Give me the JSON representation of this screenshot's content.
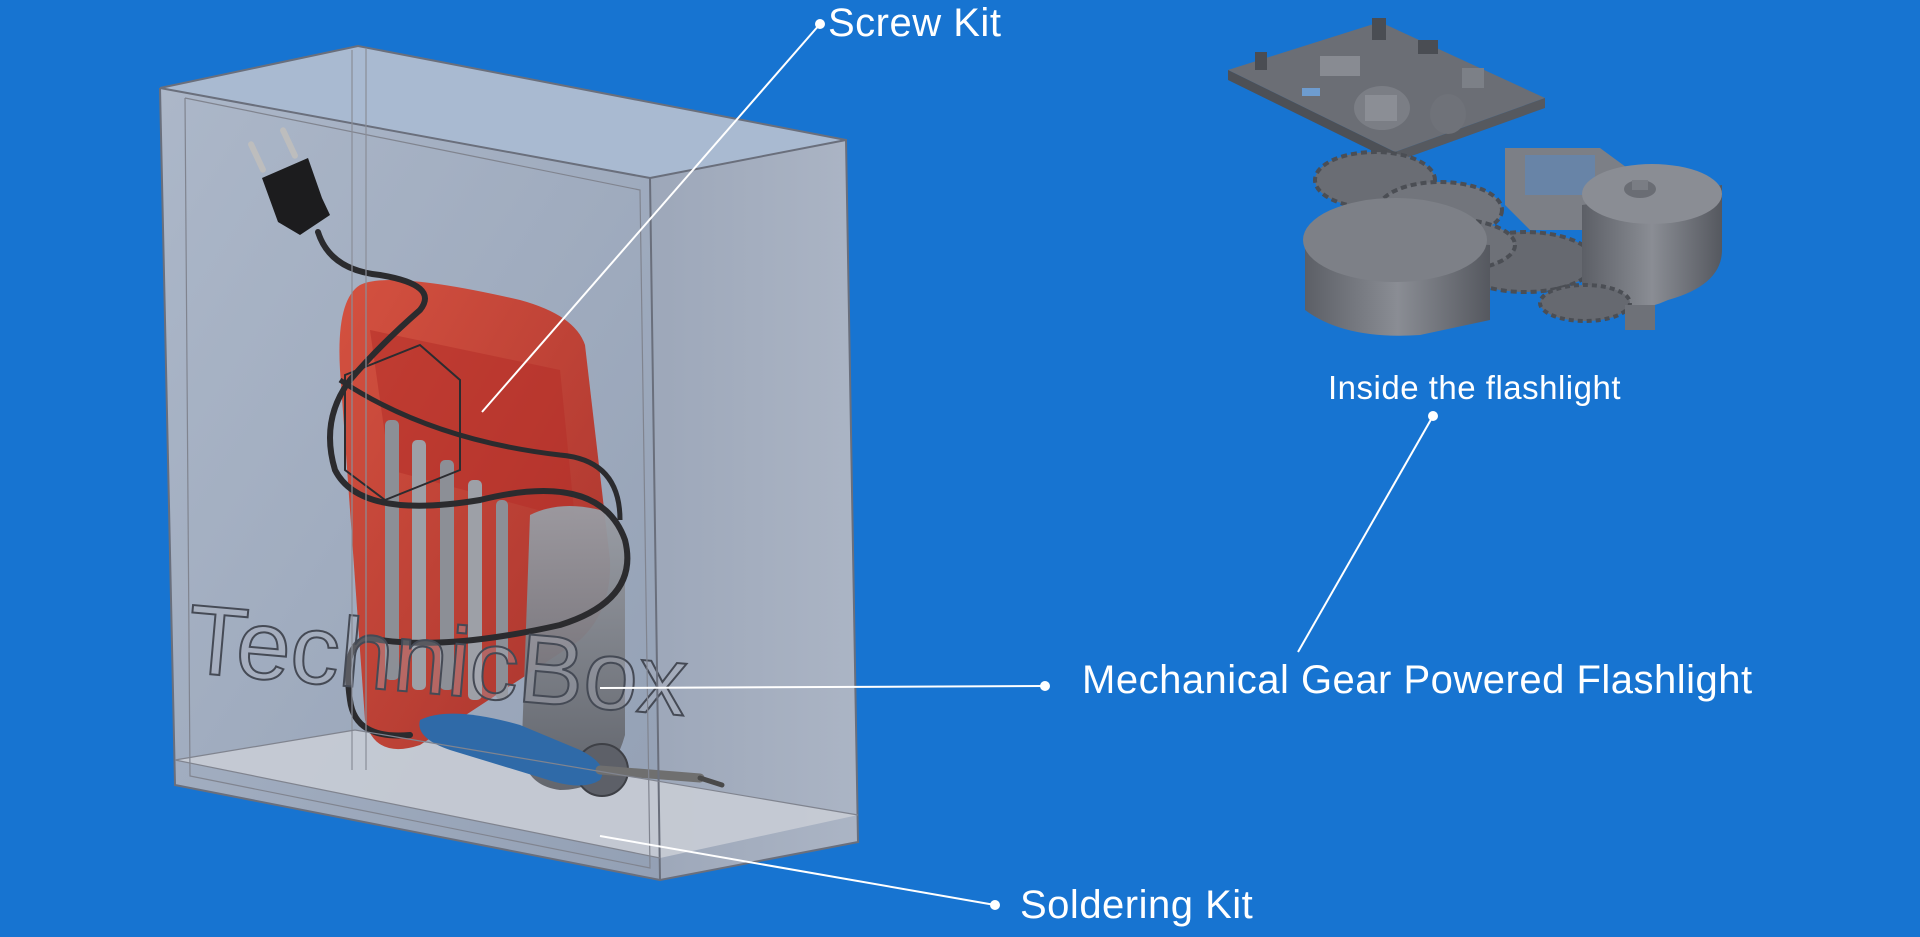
{
  "labels": {
    "screw_kit": "Screw Kit",
    "flashlight": "Mechanical Gear Powered Flashlight",
    "soldering_kit": "Soldering Kit",
    "inside": "Inside the flashlight"
  },
  "box_logo_text": "TechnicBox",
  "colors": {
    "background": "#1774d1",
    "line": "#ffffff",
    "box_glass": "#a9aebd",
    "plastic_red": "#c8392b",
    "metal_grey": "#6e7178",
    "handle_blue": "#2f6aa8"
  }
}
